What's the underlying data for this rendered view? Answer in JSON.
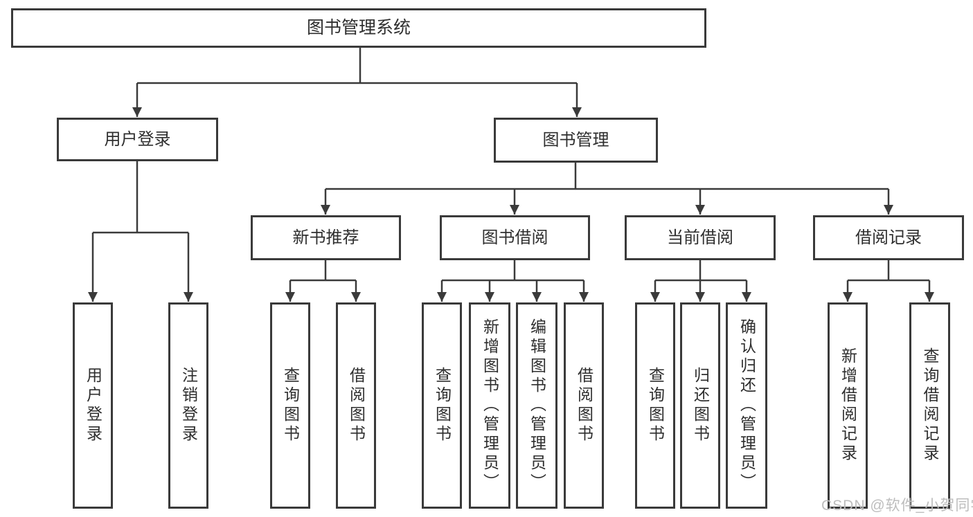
{
  "diagram": {
    "title": "图书管理系统",
    "watermark": "CSDN @软件_小贺同学",
    "colors": {
      "line": "#3a3a3a",
      "box_border": "#3a3a3a",
      "text": "#2e2e2e",
      "background": "#ffffff",
      "watermark": "#bdbdbd"
    },
    "tree": {
      "label": "图书管理系统",
      "children": [
        {
          "label": "用户登录",
          "children": [
            {
              "label": "用户登录"
            },
            {
              "label": "注销登录"
            }
          ]
        },
        {
          "label": "图书管理",
          "children": [
            {
              "label": "新书推荐",
              "children": [
                {
                  "label": "查询图书"
                },
                {
                  "label": "借阅图书"
                }
              ]
            },
            {
              "label": "图书借阅",
              "children": [
                {
                  "label": "查询图书"
                },
                {
                  "label": "新增图书（管理员）"
                },
                {
                  "label": "编辑图书（管理员）"
                },
                {
                  "label": "借阅图书"
                }
              ]
            },
            {
              "label": "当前借阅",
              "children": [
                {
                  "label": "查询图书"
                },
                {
                  "label": "归还图书"
                },
                {
                  "label": "确认归还（管理员）"
                }
              ]
            },
            {
              "label": "借阅记录",
              "children": [
                {
                  "label": "新增借阅记录"
                },
                {
                  "label": "查询借阅记录"
                }
              ]
            }
          ]
        }
      ]
    }
  }
}
